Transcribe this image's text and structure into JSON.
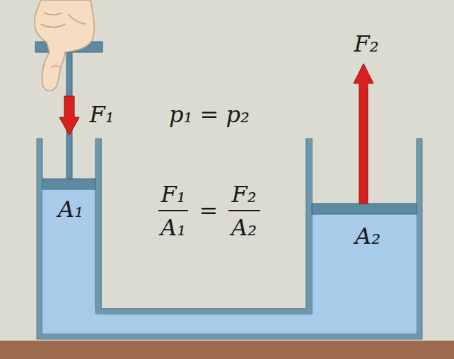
{
  "diagram": {
    "labels": [
      "F₂",
      "F₁",
      "p₁ = p₂",
      "F₁",
      "A₁",
      "=",
      "F₂",
      "A₂",
      "A₁",
      "A₂"
    ]
  }
}
